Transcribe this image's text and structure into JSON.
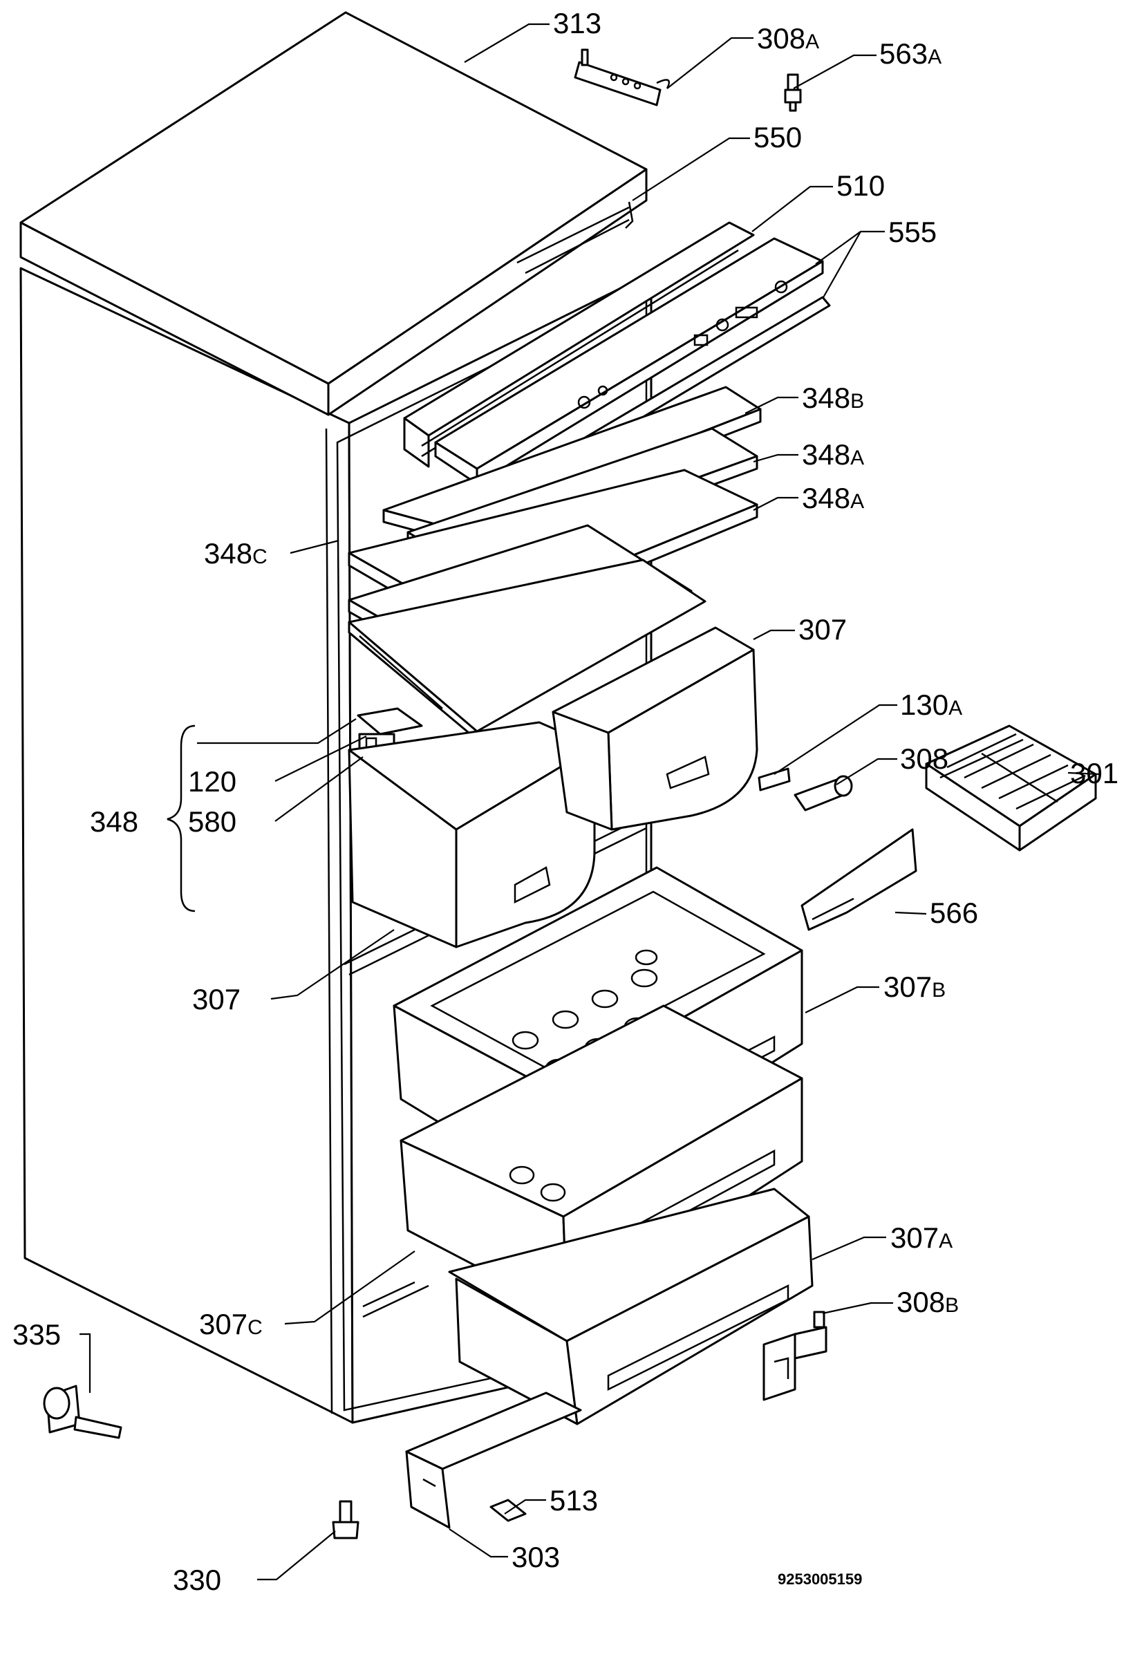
{
  "diagram": {
    "drawing_number": "9253005159",
    "labels": {
      "l313": {
        "num": "313",
        "suffix": ""
      },
      "l308a": {
        "num": "308",
        "suffix": "A"
      },
      "l563a": {
        "num": "563",
        "suffix": "A"
      },
      "l550": {
        "num": "550",
        "suffix": ""
      },
      "l510": {
        "num": "510",
        "suffix": ""
      },
      "l555": {
        "num": "555",
        "suffix": ""
      },
      "l348b": {
        "num": "348",
        "suffix": "B"
      },
      "l348a1": {
        "num": "348",
        "suffix": "A"
      },
      "l348a2": {
        "num": "348",
        "suffix": "A"
      },
      "l348c": {
        "num": "348",
        "suffix": "C"
      },
      "l307a_top": {
        "num": "307",
        "suffix": ""
      },
      "l130a": {
        "num": "130",
        "suffix": "A"
      },
      "l308": {
        "num": "308",
        "suffix": ""
      },
      "l301": {
        "num": "301",
        "suffix": ""
      },
      "l120": {
        "num": "120",
        "suffix": ""
      },
      "l348": {
        "num": "348",
        "suffix": ""
      },
      "l580": {
        "num": "580",
        "suffix": ""
      },
      "l566": {
        "num": "566",
        "suffix": ""
      },
      "l307_left": {
        "num": "307",
        "suffix": ""
      },
      "l307b": {
        "num": "307",
        "suffix": "B"
      },
      "l307a": {
        "num": "307",
        "suffix": "A"
      },
      "l307c": {
        "num": "307",
        "suffix": "C"
      },
      "l308b": {
        "num": "308",
        "suffix": "B"
      },
      "l335": {
        "num": "335",
        "suffix": ""
      },
      "l513": {
        "num": "513",
        "suffix": ""
      },
      "l303": {
        "num": "303",
        "suffix": ""
      },
      "l330": {
        "num": "330",
        "suffix": ""
      }
    }
  }
}
